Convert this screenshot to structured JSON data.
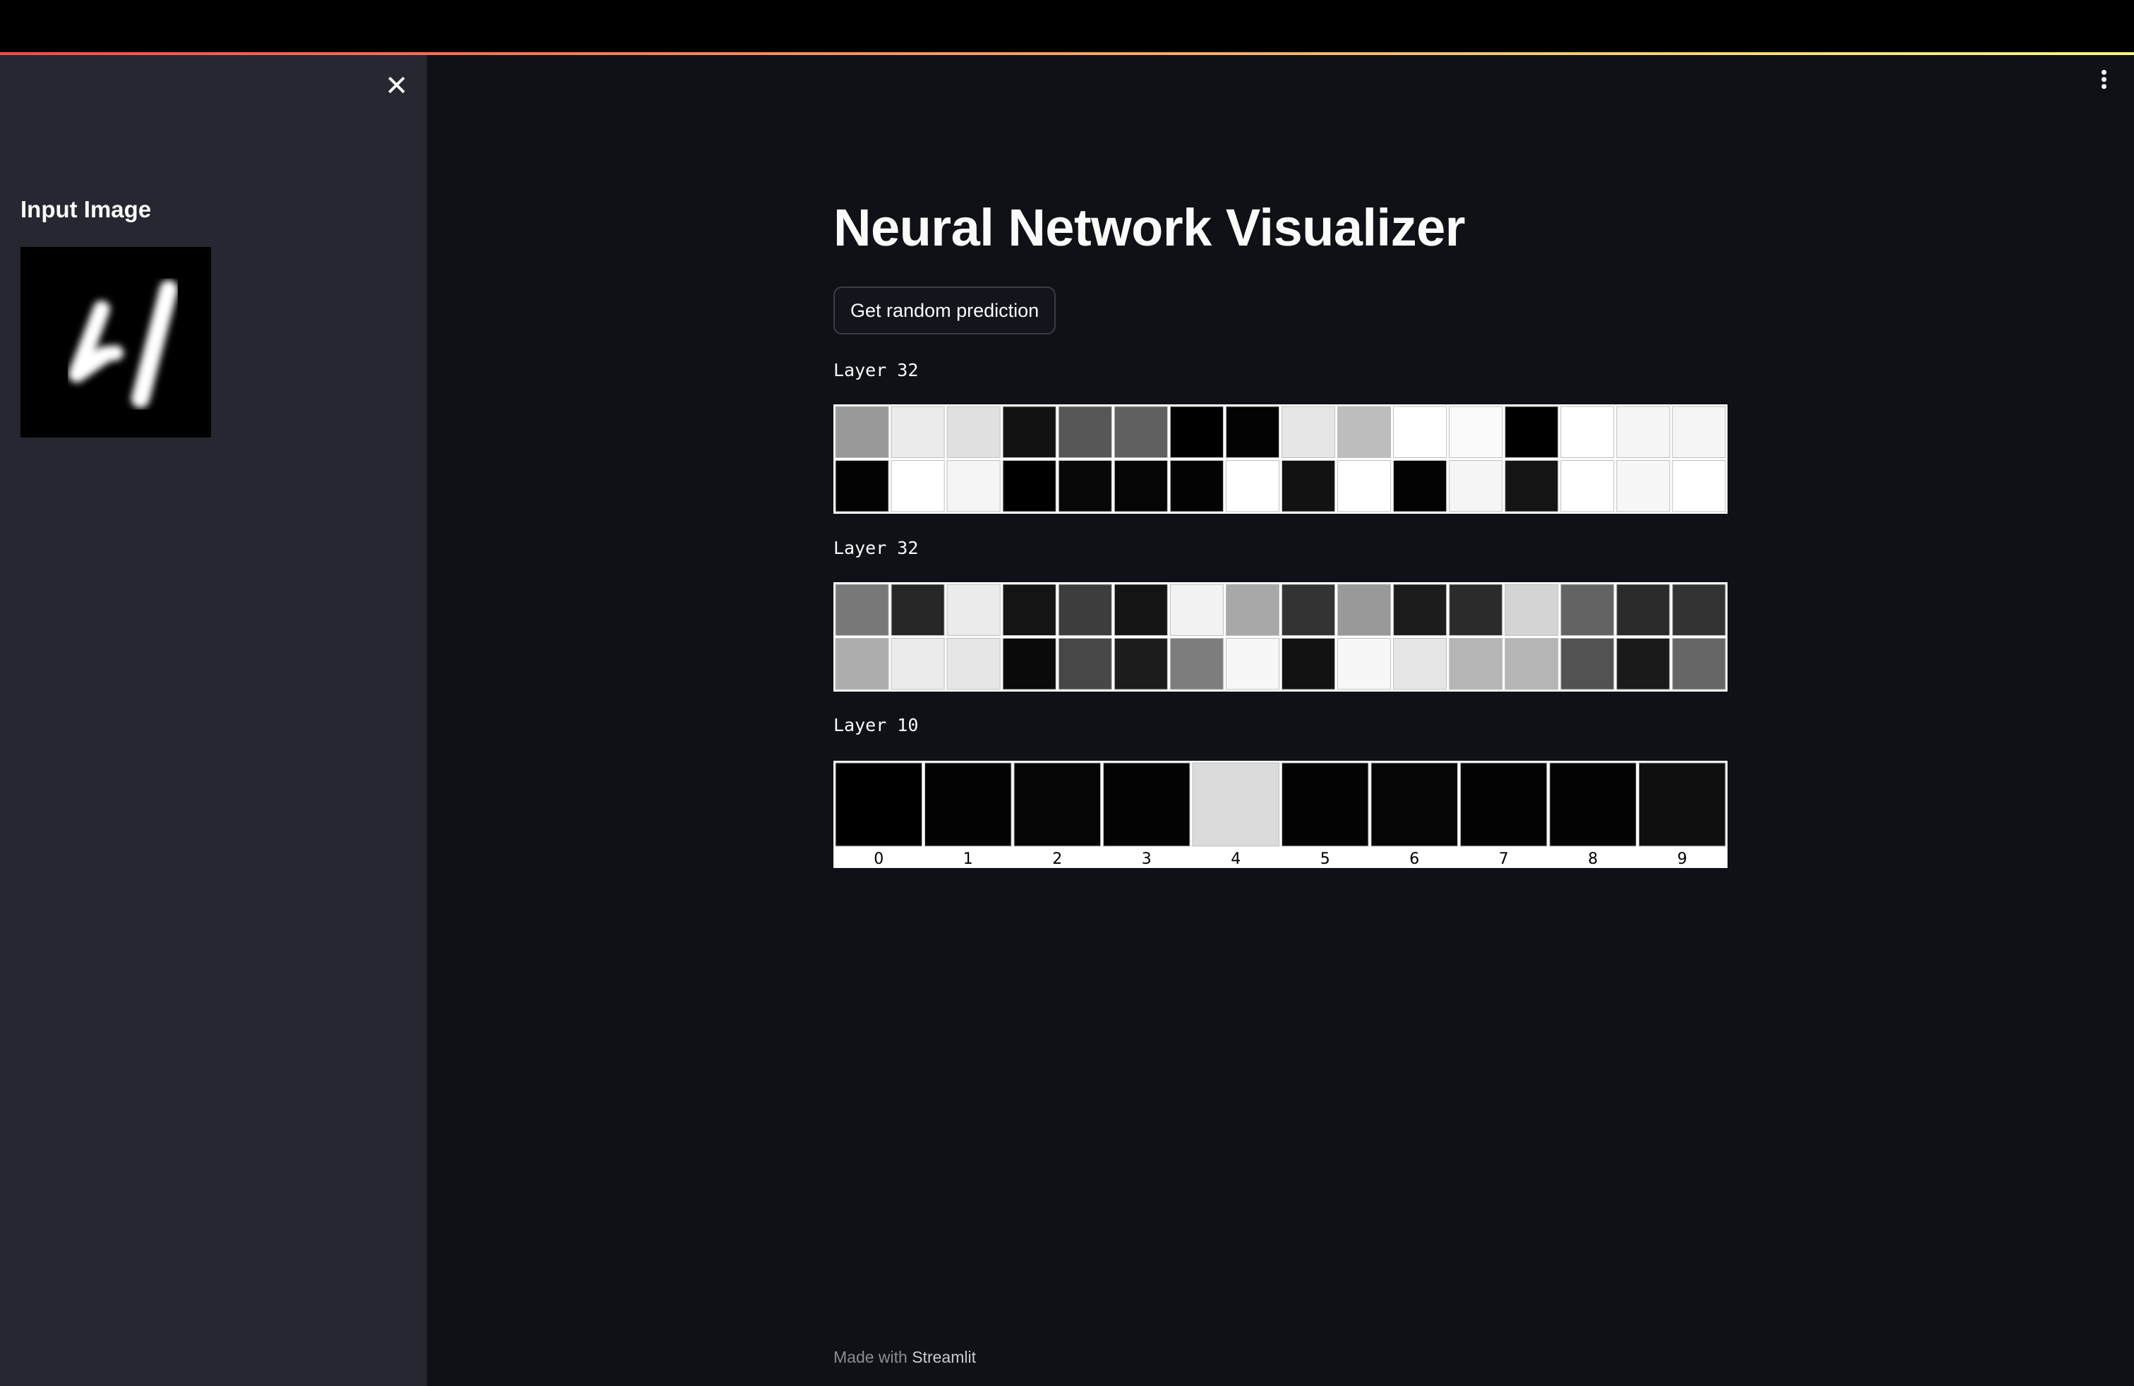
{
  "sidebar": {
    "close_icon": "close-icon",
    "title": "Input Image",
    "input_image_digit": "4"
  },
  "header": {
    "menu_icon": "more-vertical-icon"
  },
  "main": {
    "title": "Neural Network Visualizer",
    "predict_button_label": "Get random prediction",
    "layers": [
      {
        "label": "Layer 32",
        "rows": 2,
        "cols": 16,
        "values": [
          0.6,
          0.92,
          0.88,
          0.07,
          0.34,
          0.38,
          0.0,
          0.01,
          0.9,
          0.74,
          1.0,
          0.98,
          0.0,
          1.0,
          0.96,
          0.96,
          0.01,
          1.0,
          0.96,
          0.0,
          0.03,
          0.02,
          0.01,
          1.0,
          0.07,
          1.0,
          0.01,
          0.96,
          0.08,
          1.0,
          0.97,
          1.0
        ]
      },
      {
        "label": "Layer 32",
        "rows": 2,
        "cols": 16,
        "values": [
          0.47,
          0.15,
          0.92,
          0.08,
          0.24,
          0.08,
          0.95,
          0.66,
          0.2,
          0.6,
          0.11,
          0.17,
          0.83,
          0.39,
          0.17,
          0.2,
          0.68,
          0.92,
          0.9,
          0.04,
          0.28,
          0.11,
          0.49,
          0.97,
          0.07,
          0.97,
          0.9,
          0.71,
          0.71,
          0.32,
          0.1,
          0.4
        ]
      },
      {
        "label": "Layer 10",
        "rows": 1,
        "cols": 10,
        "values": [
          0.0,
          0.01,
          0.02,
          0.01,
          0.86,
          0.01,
          0.02,
          0.01,
          0.01,
          0.06
        ],
        "tick_labels": [
          "0",
          "1",
          "2",
          "3",
          "4",
          "5",
          "6",
          "7",
          "8",
          "9"
        ]
      }
    ]
  },
  "footer": {
    "prefix": "Made with",
    "brand": "Streamlit"
  },
  "colors": {
    "accent_start": "#ff4b4b",
    "accent_end": "#fffd80",
    "sidebar_bg": "#262730",
    "main_bg": "#0f1117"
  }
}
